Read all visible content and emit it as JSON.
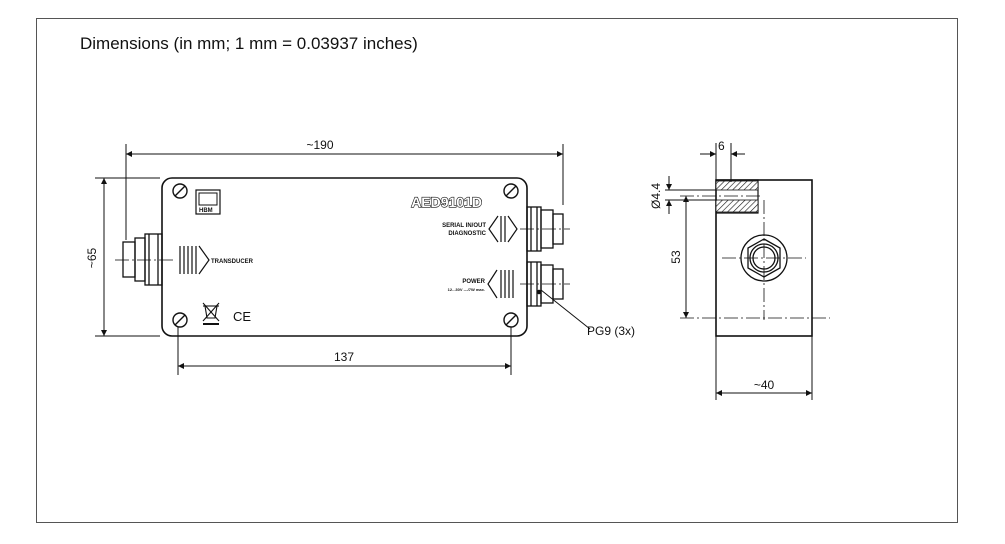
{
  "title": "Dimensions (in mm; 1 mm = 0.03937 inches)",
  "dimensions": {
    "overall_length": "~190",
    "height": "~65",
    "hole_spacing": "137",
    "thickness_label": "6",
    "bore_diameter": "Ø4.4",
    "depth_label": "53",
    "width_label": "~40"
  },
  "device": {
    "model": "AED9101D",
    "logo": "HBM",
    "transducer": "TRANSDUCER",
    "serial_line1": "SERIAL IN/OUT",
    "serial_line2": "DIAGNOSTIC",
    "power": "POWER",
    "power_spec": "12...30V ---/7W max."
  },
  "callouts": {
    "glands": "PG9 (3x)"
  }
}
